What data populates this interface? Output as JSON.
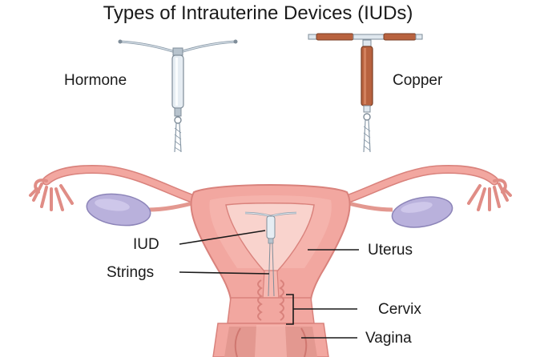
{
  "title": "Types of Intrauterine Devices (IUDs)",
  "devices": {
    "hormone_label": "Hormone",
    "copper_label": "Copper"
  },
  "anatomy": {
    "iud_label": "IUD",
    "strings_label": "Strings",
    "uterus_label": "Uterus",
    "cervix_label": "Cervix",
    "vagina_label": "Vagina"
  },
  "colors": {
    "tissue": "#f2a7a0",
    "tissue_dark": "#d9827c",
    "tissue_light": "#f8c9c2",
    "ovary": "#b9b1dc",
    "copper": "#b8623f",
    "device_body": "#dfe7ee"
  }
}
